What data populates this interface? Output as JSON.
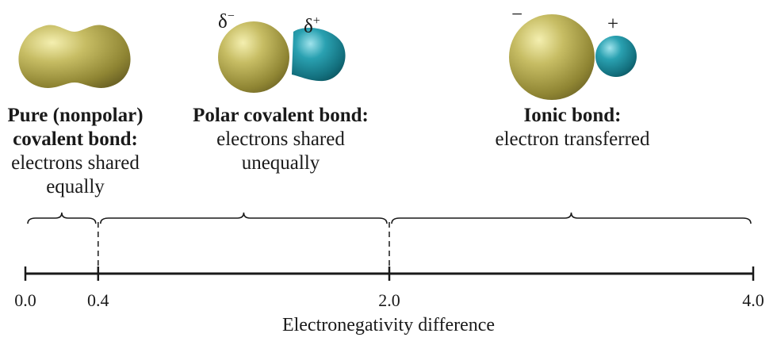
{
  "bond_types": [
    {
      "title_lines": [
        "Pure (nonpolar)",
        "covalent bond:"
      ],
      "desc_lines": [
        "electrons shared",
        "equally"
      ]
    },
    {
      "title_lines": [
        "Polar covalent bond:"
      ],
      "desc_lines": [
        "electrons shared",
        "unequally"
      ]
    },
    {
      "title_lines": [
        "Ionic bond:"
      ],
      "desc_lines": [
        "electron transferred"
      ]
    }
  ],
  "charges": {
    "polar_negative": "δ",
    "polar_negative_sup": "−",
    "polar_positive": "δ",
    "polar_positive_sup": "+",
    "ionic_negative": "−",
    "ionic_positive": "+"
  },
  "scale": {
    "min": 0.0,
    "max": 4.0,
    "ticks": [
      {
        "value": 0.0,
        "label": "0.0"
      },
      {
        "value": 0.4,
        "label": "0.4"
      },
      {
        "value": 2.0,
        "label": "2.0"
      },
      {
        "value": 4.0,
        "label": "4.0"
      }
    ],
    "boundaries": [
      0.4,
      2.0
    ],
    "title": "Electronegativity difference"
  },
  "colors": {
    "gold": "#b8ad52",
    "teal": "#1f8fa0",
    "line": "#1a1a1a"
  }
}
